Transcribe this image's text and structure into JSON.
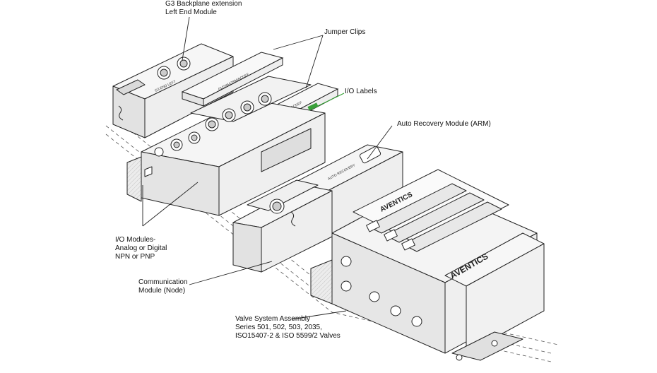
{
  "callouts": {
    "g3_backplane": [
      "G3 Backplane extension",
      "Left End Module"
    ],
    "jumper_clips": "Jumper Clips",
    "io_labels": "I/O Labels",
    "arm": "Auto Recovery Module (ARM)",
    "io_modules": [
      "I/O Modules-",
      "Analog or Digital",
      "NPN or PNP"
    ],
    "communication": [
      "Communication",
      "Module (Node)"
    ],
    "valve_system": [
      "Valve System Assembly",
      "Series 501, 502, 503, 2035,",
      "ISO15407-2 & ISO 5599/2 Valves"
    ]
  },
  "brand": {
    "manifold_text": "AVENTICS",
    "valve_text": "AVENTICS"
  },
  "colors": {
    "line": "#222222",
    "io_label_leader": "#2ea02e",
    "body_fill": "#f4f4f4",
    "shade_fill": "#dcdcdc"
  }
}
